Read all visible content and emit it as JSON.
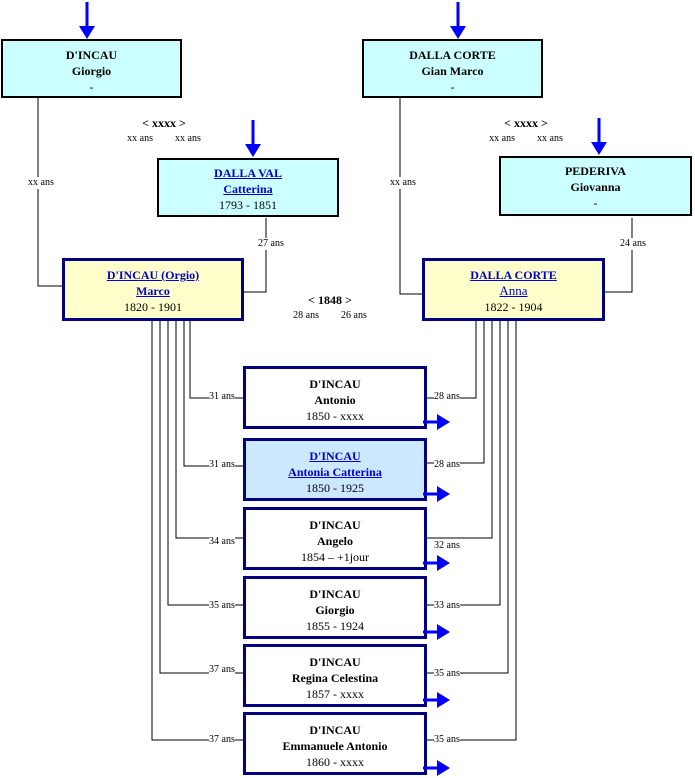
{
  "ancestors": {
    "pgf": {
      "surname": "D'INCAU",
      "given": "Giorgio",
      "years": "-"
    },
    "pgm": {
      "surname": "DALLA VAL",
      "given": "Catterina",
      "years": "1793 - 1851"
    },
    "mgf": {
      "surname": "DALLA CORTE",
      "given": "Gian Marco",
      "years": "-"
    },
    "mgm": {
      "surname": "PEDERIVA",
      "given": "Giovanna",
      "years": "-"
    }
  },
  "ancestor_marriages": {
    "paternal": {
      "date": "< xxxx >",
      "age_husband": "xx ans",
      "age_wife": "xx ans"
    },
    "maternal": {
      "date": "< xxxx >",
      "age_husband": "xx ans",
      "age_wife": "xx ans"
    }
  },
  "ancestor_ages": {
    "pgf_at_birth": "xx ans",
    "pgm_at_birth": "27 ans",
    "mgf_at_birth": "xx ans",
    "mgm_at_birth": "24 ans"
  },
  "parents": {
    "father": {
      "surname": "D'INCAU (Orgio)",
      "given": "Marco",
      "years": "1820 - 1901"
    },
    "mother": {
      "surname": "DALLA CORTE",
      "given": "Anna",
      "years": "1822 - 1904"
    }
  },
  "marriage": {
    "date": "< 1848 >",
    "age_husband": "28 ans",
    "age_wife": "26 ans"
  },
  "children": [
    {
      "surname": "D'INCAU",
      "given": "Antonio",
      "years": "1850 -  xxxx",
      "father_age": "31 ans",
      "mother_age": "28 ans",
      "selected": false,
      "linked": false
    },
    {
      "surname": "D'INCAU",
      "given": "Antonia Catterina",
      "years": "1850 - 1925",
      "father_age": "31 ans",
      "mother_age": "28 ans",
      "selected": true,
      "linked": true
    },
    {
      "surname": "D'INCAU",
      "given": "Angelo",
      "years": "1854 – +1jour",
      "father_age": "34 ans",
      "mother_age": "32 ans",
      "selected": false,
      "linked": false
    },
    {
      "surname": "D'INCAU",
      "given": "Giorgio",
      "years": "1855 - 1924",
      "father_age": "35 ans",
      "mother_age": "33 ans",
      "selected": false,
      "linked": false
    },
    {
      "surname": "D'INCAU",
      "given": "Regina Celestina",
      "years": "1857 -  xxxx",
      "father_age": "37 ans",
      "mother_age": "35 ans",
      "selected": false,
      "linked": false
    },
    {
      "surname": "D'INCAU",
      "given": "Emmanuele Antonio",
      "years": "1860 -  xxxx",
      "father_age": "37 ans",
      "mother_age": "35 ans",
      "selected": false,
      "linked": false
    }
  ],
  "colors": {
    "arrow": "#0000ff",
    "ancestor_fill": "#ccffff",
    "parent_fill": "#ffffcc",
    "selected_fill": "#cce8ff",
    "border_dark": "#000080"
  },
  "icons": {
    "ancestor_link": "down-arrow-icon",
    "descendant_link": "right-arrow-icon"
  }
}
